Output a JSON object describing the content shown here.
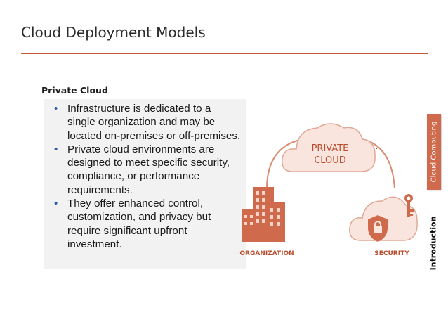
{
  "slide": {
    "title": "Cloud Deployment Models",
    "subtitle": "Private Cloud",
    "bullets": [
      "Infrastructure is dedicated to a single organization and may be located on-premises or off-premises.",
      "Private cloud environments are designed to meet specific security, compliance, or performance requirements.",
      "They offer enhanced control, customization, and privacy but require significant upfront investment."
    ],
    "bullet_char": "•",
    "side_tab": "Cloud Computing",
    "side_label": "Introduction"
  },
  "illustration": {
    "cloud_line1": "PRIVATE",
    "cloud_line2": "CLOUD",
    "left_caption": "ORGANIZATION",
    "right_caption": "SECURITY",
    "icons": [
      "cloud-icon",
      "building-icon",
      "shield-lock-icon",
      "key-icon"
    ]
  },
  "colors": {
    "accent": "#c55a3a",
    "cloud_fill": "#f9e5dd",
    "building": "#cf6a4c",
    "bullet": "#2e5aa8",
    "box_bg": "#f2f2f2"
  }
}
